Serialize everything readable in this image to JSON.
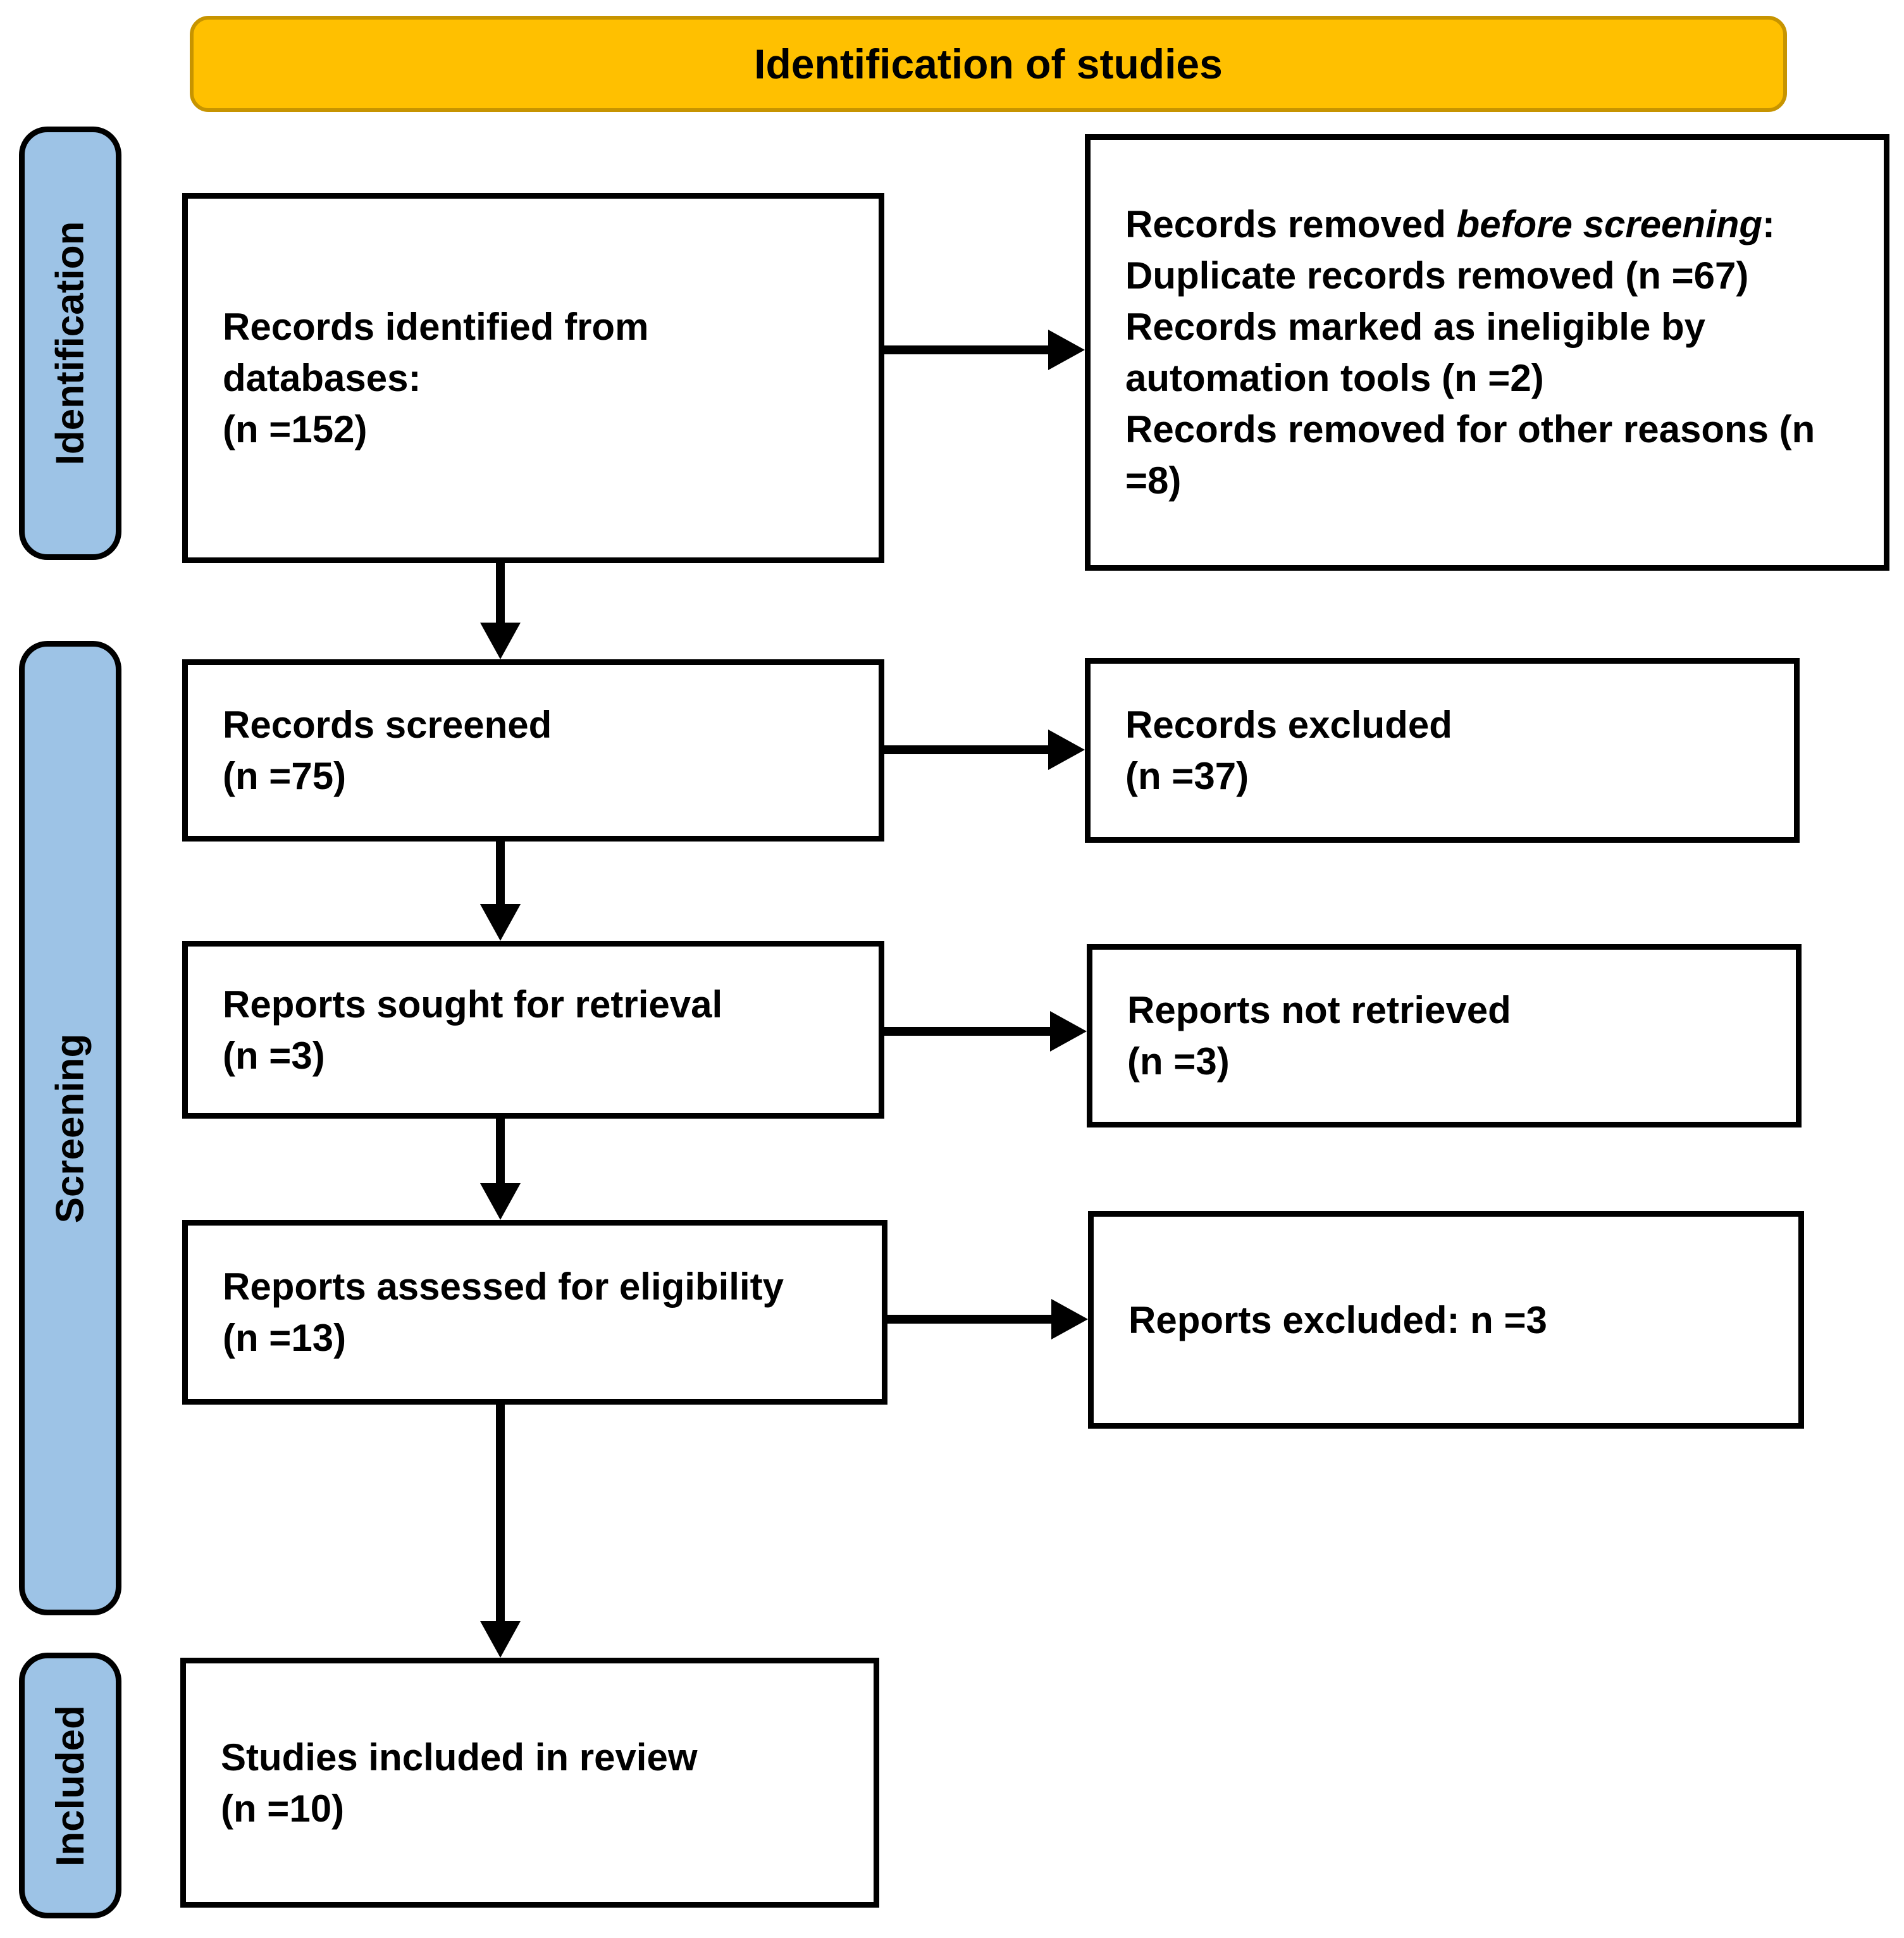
{
  "title_banner": {
    "label": "Identification of studies",
    "bg_color": "#FFC000"
  },
  "stage_labels": {
    "bg_color": "#9DC3E6",
    "identification": "Identification",
    "screening": "Screening",
    "included": "Included"
  },
  "boxes": {
    "records_identified": {
      "label": "Records identified from databases:",
      "count": "(n =152)"
    },
    "records_removed": {
      "line1_prefix": "Records removed ",
      "line1_italic": "before screening",
      "line1_suffix": ":",
      "line2": "Duplicate records removed (n =67)",
      "line3": "Records marked as ineligible by automation tools (n =2)",
      "line4": "Records removed for other reasons (n =8)"
    },
    "records_screened": {
      "label": "Records screened",
      "count": "(n =75)"
    },
    "records_excluded": {
      "label": "Records excluded",
      "count": "(n =37)"
    },
    "reports_sought": {
      "label": "Reports sought for retrieval",
      "count": "(n =3)"
    },
    "reports_not_retrieved": {
      "label": "Reports not retrieved",
      "count": "(n =3)"
    },
    "reports_assessed": {
      "label": "Reports assessed for eligibility",
      "count": "(n =13)"
    },
    "reports_excluded": {
      "label": "Reports excluded: n =3"
    },
    "studies_included": {
      "label": "Studies included in review",
      "count": "(n =10)"
    }
  }
}
